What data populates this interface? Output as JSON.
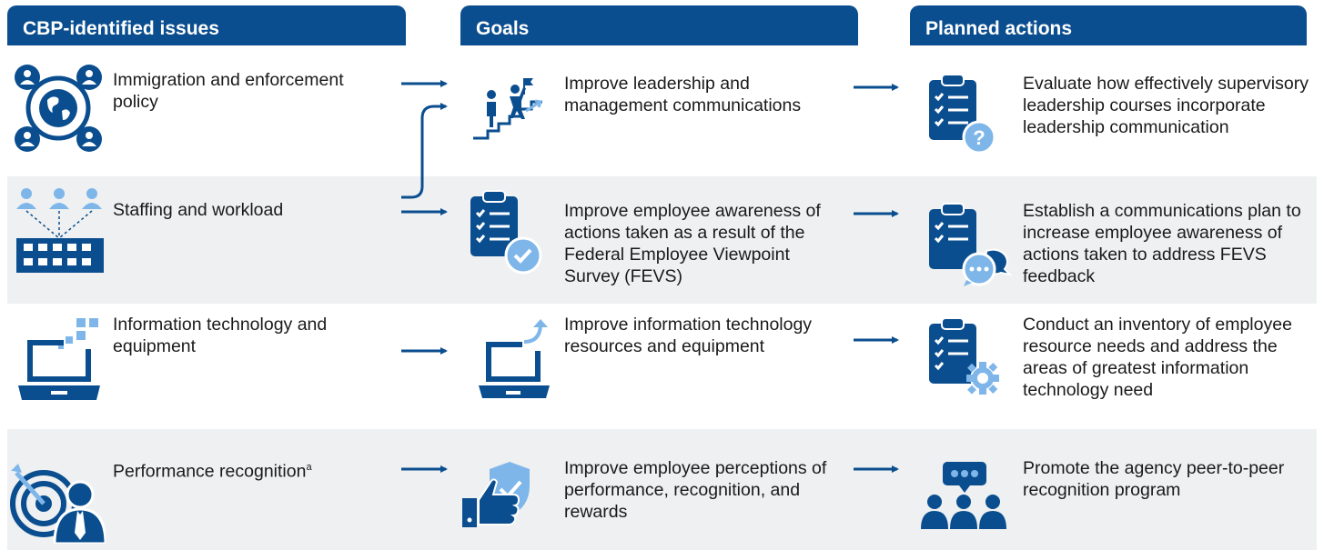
{
  "headers": {
    "issues": "CBP-identified issues",
    "goals": "Goals",
    "actions": "Planned actions"
  },
  "rows": [
    {
      "issue": "Immigration and enforcement policy",
      "goal": "Improve leadership and management communications",
      "action": "Evaluate how effectively supervisory leadership courses incorporate leadership communication"
    },
    {
      "issue": "Staffing and workload",
      "goal": "Improve employee awareness of actions taken as a result of the Federal Employee Viewpoint Survey (FEVS)",
      "action": "Establish a communications plan to increase employee awareness of actions taken to address FEVS feedback"
    },
    {
      "issue": "Information technology and equipment",
      "goal": "Improve information technology resources and equipment",
      "action": "Conduct an inventory of employee resource needs and address the areas of greatest information technology need"
    },
    {
      "issue": "Performance recognition",
      "issue_footnote": "a",
      "goal": "Improve employee perceptions of performance, recognition, and rewards",
      "action": "Promote the agency peer-to-peer recognition program"
    }
  ],
  "colors": {
    "navy": "#0b4e8f",
    "light_blue": "#7fb6ea",
    "band_gray": "#eef0f1"
  },
  "icons": {
    "row1_issue": "globe-people-network-icon",
    "row1_goal": "stairs-climb-flag-icon",
    "row1_action": "clipboard-question-icon",
    "row2_issue": "people-building-icon",
    "row2_goal": "clipboard-check-icon",
    "row2_action": "clipboard-chat-icon",
    "row3_issue": "laptop-pixels-icon",
    "row3_goal": "laptop-upgrade-icon",
    "row3_action": "clipboard-gear-icon",
    "row4_issue": "target-person-icon",
    "row4_goal": "thumbs-up-shield-icon",
    "row4_action": "group-speech-icon"
  }
}
